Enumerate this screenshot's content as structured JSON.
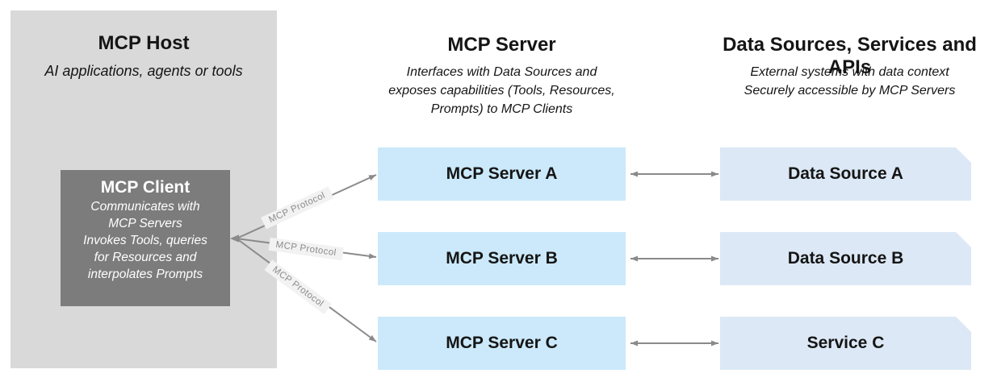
{
  "colors": {
    "host_fill": "#d9d9d9",
    "client_fill": "#7c7c7c",
    "server_fill": "#cbe9fa",
    "data_fill": "#dce8f5",
    "arrow": "#8a8a8a",
    "protocol_label_bg": "#f2f2f2",
    "protocol_label_text": "#8c8c8c",
    "text": "#151515"
  },
  "host": {
    "title": "MCP Host",
    "subtitle": "AI applications, agents or tools",
    "client": {
      "title": "MCP Client",
      "lines": [
        "Communicates with",
        "MCP Servers",
        "Invokes Tools, queries",
        "for Resources and",
        "interpolates Prompts"
      ]
    }
  },
  "server_column": {
    "title": "MCP Server",
    "subtitle_lines": [
      "Interfaces with Data Sources and",
      "exposes capabilities (Tools, Resources,",
      "Prompts) to MCP Clients"
    ],
    "boxes": [
      "MCP Server A",
      "MCP Server B",
      "MCP Server C"
    ]
  },
  "data_column": {
    "title": "Data Sources, Services and APIs",
    "subtitle_lines": [
      "External systems with data context",
      "Securely accessible by MCP Servers"
    ],
    "boxes": [
      "Data Source A",
      "Data Source B",
      "Service C"
    ]
  },
  "protocol_labels": [
    "MCP Protocol",
    "MCP Protocol",
    "MCP Protocol"
  ]
}
